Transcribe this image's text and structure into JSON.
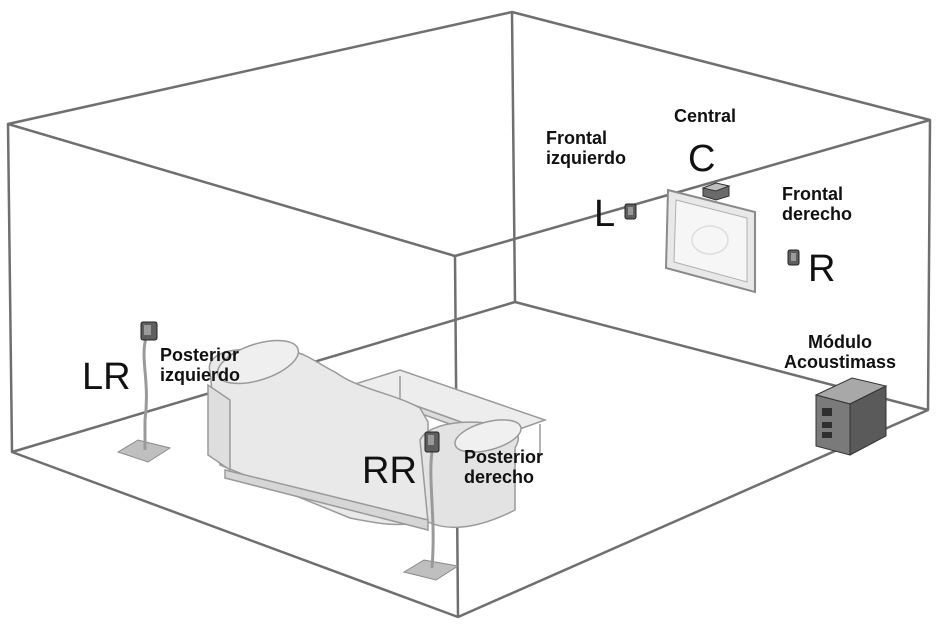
{
  "speakers": {
    "center": {
      "name": "Central",
      "code": "C"
    },
    "front_left": {
      "name_line1": "Frontal",
      "name_line2": "izquierdo",
      "code": "L"
    },
    "front_right": {
      "name_line1": "Frontal",
      "name_line2": "derecho",
      "code": "R"
    },
    "rear_left": {
      "name_line1": "Posterior",
      "name_line2": "izquierdo",
      "code": "LR"
    },
    "rear_right": {
      "name_line1": "Posterior",
      "name_line2": "derecho",
      "code": "RR"
    }
  },
  "module": {
    "name_line1": "Módulo",
    "name_line2": "Acoustimass"
  },
  "colors": {
    "room_edge": "#6f6f6f",
    "furniture_fill": "#e6e6e6",
    "furniture_edge": "#9a9a9a",
    "speaker_fill": "#5e5e5e",
    "module_fill": "#6a6a6a",
    "text": "#111111"
  }
}
